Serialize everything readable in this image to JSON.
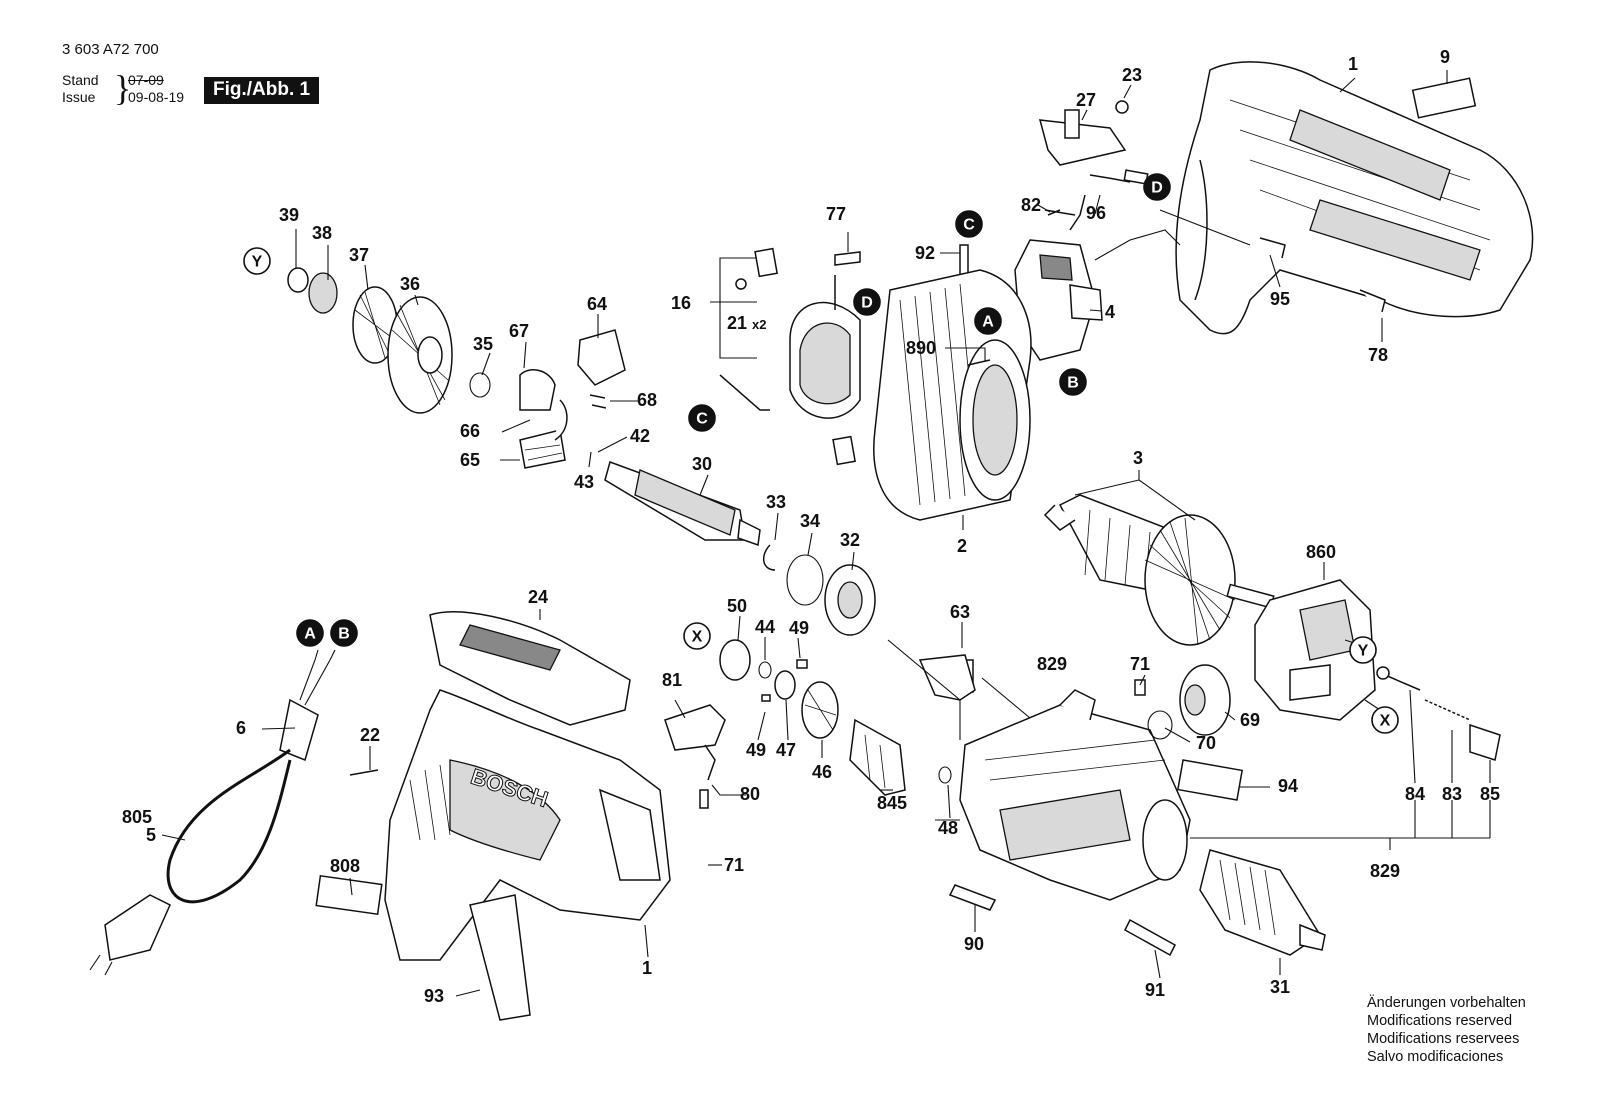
{
  "header": {
    "doc_number": "3 603 A72 700",
    "stand_label": "Stand",
    "issue_label": "Issue",
    "stand_old_date": "07-09",
    "issue_date": "09-08-19",
    "figure_label": "Fig./Abb. 1"
  },
  "footer": {
    "modifications": [
      "Änderungen vorbehalten",
      "Modifications reserved",
      "Modifications reservees",
      "Salvo modificaciones"
    ]
  },
  "parts": [
    {
      "id": "p1a",
      "label": "1"
    },
    {
      "id": "p9",
      "label": "9"
    },
    {
      "id": "p23",
      "label": "23"
    },
    {
      "id": "p27",
      "label": "27"
    },
    {
      "id": "p82",
      "label": "82"
    },
    {
      "id": "p96",
      "label": "96"
    },
    {
      "id": "p92",
      "label": "92"
    },
    {
      "id": "p4",
      "label": "4"
    },
    {
      "id": "p95",
      "label": "95"
    },
    {
      "id": "p78",
      "label": "78"
    },
    {
      "id": "p890",
      "label": "890"
    },
    {
      "id": "p77",
      "label": "77"
    },
    {
      "id": "p16",
      "label": "16"
    },
    {
      "id": "p21",
      "label": "21"
    },
    {
      "id": "p39",
      "label": "39"
    },
    {
      "id": "p38",
      "label": "38"
    },
    {
      "id": "p37",
      "label": "37"
    },
    {
      "id": "p36",
      "label": "36"
    },
    {
      "id": "p35",
      "label": "35"
    },
    {
      "id": "p67",
      "label": "67"
    },
    {
      "id": "p64",
      "label": "64"
    },
    {
      "id": "p68",
      "label": "68"
    },
    {
      "id": "p66",
      "label": "66"
    },
    {
      "id": "p65",
      "label": "65"
    },
    {
      "id": "p42",
      "label": "42"
    },
    {
      "id": "p43",
      "label": "43"
    },
    {
      "id": "p30",
      "label": "30"
    },
    {
      "id": "p33",
      "label": "33"
    },
    {
      "id": "p34",
      "label": "34"
    },
    {
      "id": "p32",
      "label": "32"
    },
    {
      "id": "p2",
      "label": "2"
    },
    {
      "id": "p3",
      "label": "3"
    },
    {
      "id": "p860",
      "label": "860"
    },
    {
      "id": "p24",
      "label": "24"
    },
    {
      "id": "p50",
      "label": "50"
    },
    {
      "id": "p44",
      "label": "44"
    },
    {
      "id": "p49a",
      "label": "49"
    },
    {
      "id": "p63",
      "label": "63"
    },
    {
      "id": "p829a",
      "label": "829"
    },
    {
      "id": "p71a",
      "label": "71"
    },
    {
      "id": "p69",
      "label": "69"
    },
    {
      "id": "p70",
      "label": "70"
    },
    {
      "id": "p6",
      "label": "6"
    },
    {
      "id": "p22",
      "label": "22"
    },
    {
      "id": "p81",
      "label": "81"
    },
    {
      "id": "p49b",
      "label": "49"
    },
    {
      "id": "p47",
      "label": "47"
    },
    {
      "id": "p46",
      "label": "46"
    },
    {
      "id": "p80",
      "label": "80"
    },
    {
      "id": "p845",
      "label": "845"
    },
    {
      "id": "p48",
      "label": "48"
    },
    {
      "id": "p94",
      "label": "94"
    },
    {
      "id": "p84",
      "label": "84"
    },
    {
      "id": "p83",
      "label": "83"
    },
    {
      "id": "p85",
      "label": "85"
    },
    {
      "id": "p805",
      "label": "805"
    },
    {
      "id": "p5",
      "label": "5"
    },
    {
      "id": "p808",
      "label": "808"
    },
    {
      "id": "p71b",
      "label": "71"
    },
    {
      "id": "p829b",
      "label": "829"
    },
    {
      "id": "p90",
      "label": "90"
    },
    {
      "id": "p91",
      "label": "91"
    },
    {
      "id": "p31",
      "label": "31"
    },
    {
      "id": "p1b",
      "label": "1"
    },
    {
      "id": "p93",
      "label": "93"
    }
  ],
  "qty_note": "x2",
  "callouts": [
    {
      "id": "cY1",
      "letter": "Y",
      "style": "outline"
    },
    {
      "id": "cC1",
      "letter": "C",
      "style": "filled"
    },
    {
      "id": "cD1",
      "letter": "D",
      "style": "filled"
    },
    {
      "id": "cA1",
      "letter": "A",
      "style": "filled"
    },
    {
      "id": "cB1",
      "letter": "B",
      "style": "filled"
    },
    {
      "id": "cD2",
      "letter": "D",
      "style": "filled"
    },
    {
      "id": "cC2",
      "letter": "C",
      "style": "filled"
    },
    {
      "id": "cA2",
      "letter": "A",
      "style": "filled"
    },
    {
      "id": "cB2",
      "letter": "B",
      "style": "filled"
    },
    {
      "id": "cX1",
      "letter": "X",
      "style": "outline"
    },
    {
      "id": "cY2",
      "letter": "Y",
      "style": "outline"
    },
    {
      "id": "cX2",
      "letter": "X",
      "style": "outline"
    }
  ],
  "brand_text": "BOSCH"
}
